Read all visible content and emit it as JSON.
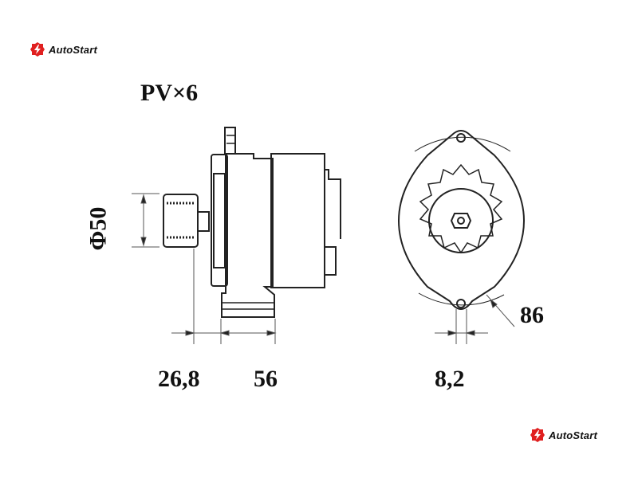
{
  "brand": {
    "name": "AutoStart",
    "color": "#e02020"
  },
  "drawing": {
    "pulley_spec": "PV×6",
    "diameter_label": "Φ50",
    "dimensions": [
      "26,8",
      "56",
      "8,2",
      "86"
    ]
  }
}
